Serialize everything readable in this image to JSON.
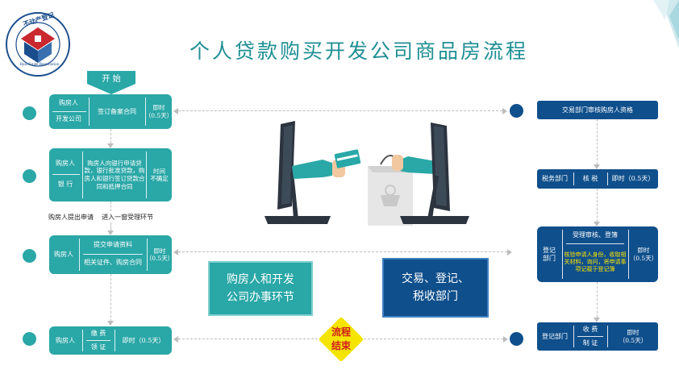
{
  "title": "个人贷款购买开发公司商品房流程",
  "logo": {
    "top_text": "不动产登记",
    "bottom_text": "Real Estate Registration"
  },
  "start_label": "开 始",
  "colors": {
    "teal": "#2aa7a7",
    "navy": "#0f4f8c",
    "yellow": "#f5e400",
    "title": "#1f8f94"
  },
  "left": {
    "step1": {
      "party_a": "购房人",
      "party_b": "开发公司",
      "action": "签订备案合同",
      "time": "即时\n（0.5天）"
    },
    "step2": {
      "party_a": "购房人",
      "party_b": "银  行",
      "action": "购房人向银行申请贷款，银行批准贷款，购房人和银行签订贷款合同和抵押合同",
      "time": "时间\n不确定"
    },
    "note": "购房人提出申请    进入一窗受理环节",
    "step3": {
      "party": "购房人",
      "action_a": "提交申请资料",
      "action_b": "相关证件、购房合同",
      "time": "即时\n（0.5天）"
    },
    "step4": {
      "party": "购房人",
      "action_a": "缴  费",
      "action_b": "领  证",
      "time": "即时（0.5天）"
    }
  },
  "right": {
    "step1": {
      "label": "交易部门审核购房人资格"
    },
    "step2": {
      "dept": "税务部门",
      "action": "核  税",
      "time": "即时（0.5天）"
    },
    "step3": {
      "dept": "登记\n部门",
      "action_a": "受理审核、登簿",
      "action_b": "核验申请人身份，收取相关材料，询问，将申请事项记载于登记簿",
      "time": "即时\n（0.5天）"
    },
    "step4": {
      "dept": "登记部门",
      "action_a": "收  费",
      "action_b": "制  证",
      "time": "即时\n（0.5天）"
    }
  },
  "center": {
    "left_label": "购房人和开发\n公司办事环节",
    "right_label": "交易、登记、\n税收部门",
    "end_label": "流程\n结束"
  }
}
